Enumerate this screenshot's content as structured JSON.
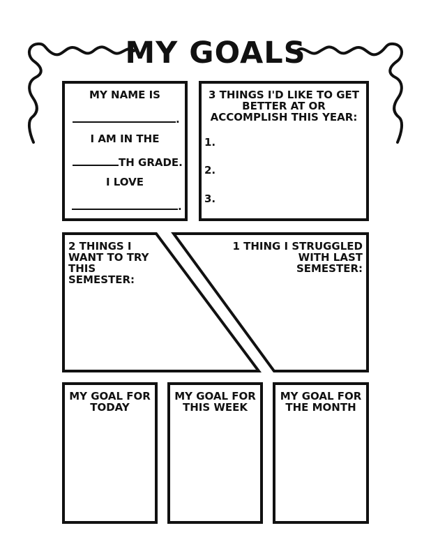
{
  "title": "MY GOALS",
  "name_box": {
    "line1": "MY NAME IS",
    "end1": ".",
    "line2": "I AM IN THE",
    "line3": "TH GRADE.",
    "line4": "I LOVE",
    "end4": "."
  },
  "three_things": {
    "heading": "3 THINGS I'D LIKE TO GET BETTER AT OR ACCOMPLISH THIS YEAR:",
    "items": [
      "1.",
      "2.",
      "3."
    ]
  },
  "two_things": {
    "heading": "2 THINGS I WANT TO TRY THIS SEMESTER:"
  },
  "one_thing": {
    "heading": "1 THING I STRUGGLED WITH LAST SEMESTER:"
  },
  "goals": [
    {
      "label": "MY GOAL FOR TODAY"
    },
    {
      "label": "MY GOAL FOR THIS WEEK"
    },
    {
      "label": "MY GOAL FOR THE MONTH"
    }
  ]
}
